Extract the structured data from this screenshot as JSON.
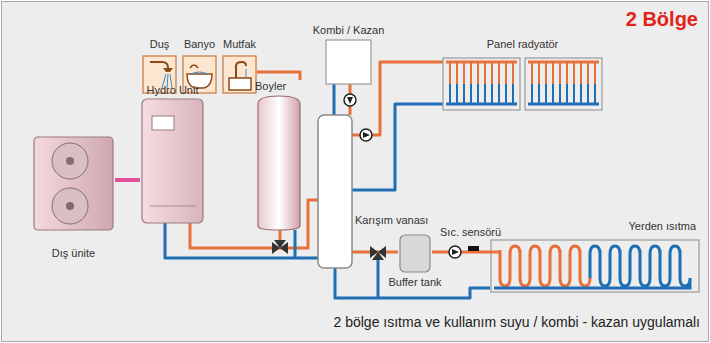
{
  "diagram": {
    "title": "2 Bölge",
    "caption": "2 bölge ısıtma ve kullanım suyu / kombi - kazan uygulamalı",
    "nodes": [
      {
        "text": [
          "Duş"
        ]
      },
      {
        "text": [
          "Banyo"
        ]
      },
      {
        "text": [
          "Mutfak"
        ]
      },
      {
        "text": [
          "Boyler"
        ]
      },
      {
        "text": [
          "Hydro Unit"
        ]
      },
      {
        "text": [
          "Dış ünite"
        ]
      },
      {
        "text": [
          "Kombi / Kazan"
        ]
      },
      {
        "text": [
          "Panel radyatör"
        ]
      },
      {
        "text": [
          "Buffer tank"
        ]
      },
      {
        "text": [
          "Yerden ısıtma"
        ]
      }
    ],
    "edges": [
      {
        "from": 5,
        "to": 4,
        "arrow": "none"
      },
      {
        "from": 4,
        "to": 3,
        "arrow": "none"
      },
      {
        "from": 3,
        "to": 2,
        "arrow": "none"
      },
      {
        "from": 8,
        "to": 9,
        "arrow": "none"
      }
    ],
    "labels": [
      "Karışım vanası",
      "Sıc. sensörü"
    ]
  }
}
